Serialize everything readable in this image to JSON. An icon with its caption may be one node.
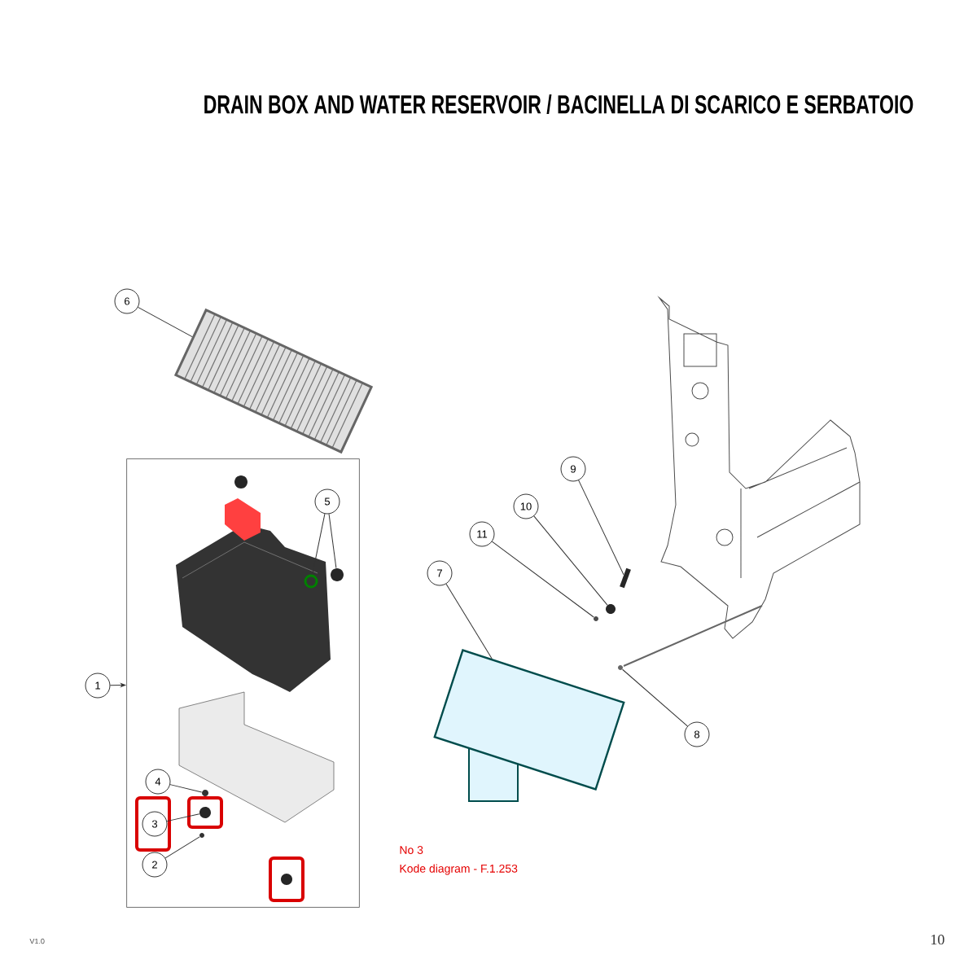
{
  "diagram": {
    "title": "DRAIN BOX AND WATER RESERVOIR / BACINELLA DI SCARICO E SERBATOIO",
    "nodes": [
      {
        "text": [
          "6"
        ]
      },
      {
        "text": [],
        "shape": "picture"
      },
      {
        "text": [],
        "shape": "box"
      },
      {
        "text": [
          "1"
        ]
      },
      {
        "text": [
          "5"
        ],
        "in": 2
      },
      {
        "text": [],
        "shape": "circle",
        "in": 2
      },
      {
        "text": [],
        "shape": "circle",
        "in": 2
      },
      {
        "text": [
          "4"
        ],
        "in": 2
      },
      {
        "text": [
          "3"
        ],
        "in": 2
      },
      {
        "text": [
          "2"
        ],
        "in": 2
      },
      {
        "text": [],
        "shape": "circle",
        "in": 2
      },
      {
        "text": [],
        "shape": "circle",
        "in": 2
      },
      {
        "text": [],
        "shape": "circle",
        "in": 2
      },
      {
        "text": [
          "9"
        ]
      },
      {
        "text": [
          "10"
        ]
      },
      {
        "text": [
          "11"
        ]
      },
      {
        "text": [
          "7"
        ]
      },
      {
        "text": [
          "8"
        ]
      },
      {
        "text": [],
        "shape": "bar"
      },
      {
        "text": [],
        "shape": "circle"
      },
      {
        "text": [],
        "shape": "circle"
      },
      {
        "text": [],
        "shape": "box"
      },
      {
        "text": [],
        "shape": "circle"
      }
    ],
    "edges": [
      {
        "from": 0,
        "to": 1,
        "arrow": "none"
      },
      {
        "from": 3,
        "to": 2,
        "arrow": "to"
      },
      {
        "from": 4,
        "to": 5,
        "arrow": "none"
      },
      {
        "from": 4,
        "to": 6,
        "arrow": "none"
      },
      {
        "from": 7,
        "to": 10,
        "arrow": "none"
      },
      {
        "from": 8,
        "to": 11,
        "arrow": "none"
      },
      {
        "from": 9,
        "to": 12,
        "arrow": "none"
      },
      {
        "from": 13,
        "to": 18,
        "arrow": "none"
      },
      {
        "from": 14,
        "to": 19,
        "arrow": "none"
      },
      {
        "from": 15,
        "to": 20,
        "arrow": "none"
      },
      {
        "from": 16,
        "to": 21,
        "arrow": "none"
      },
      {
        "from": 17,
        "to": 22,
        "arrow": "none"
      }
    ],
    "labels": [
      "No 3",
      "Kode diagram - F.1.253",
      "V1.0",
      "10"
    ]
  }
}
